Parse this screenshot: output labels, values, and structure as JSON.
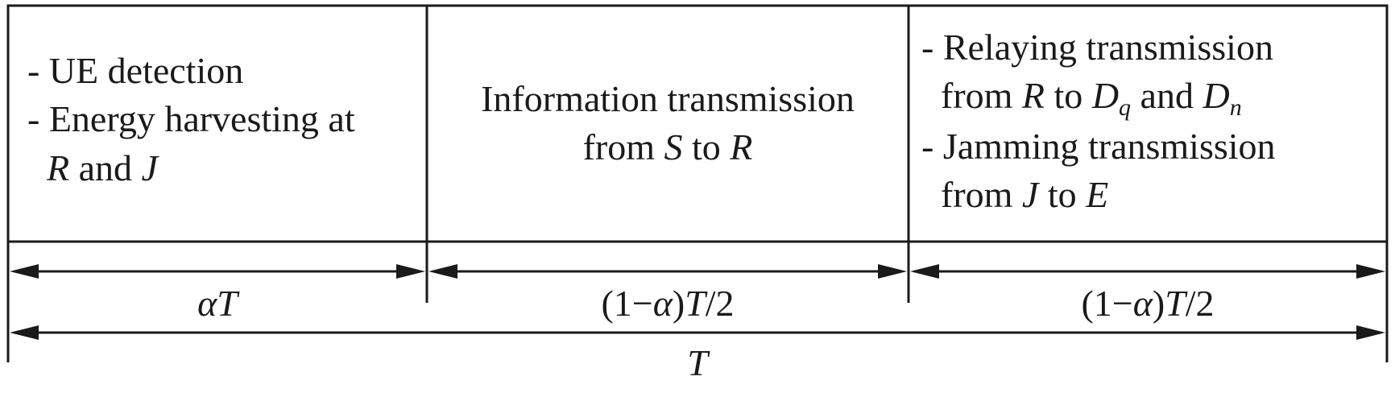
{
  "phases": [
    {
      "id": "phase1",
      "lines": [
        [
          {
            "t": "- UE detection"
          }
        ],
        [
          {
            "t": "- Energy harvesting at"
          }
        ],
        [
          {
            "t": "R",
            "i": true
          },
          {
            "t": " and "
          },
          {
            "t": "J",
            "i": true
          }
        ]
      ],
      "duration": [
        {
          "t": "α",
          "i": true
        },
        {
          "t": "T",
          "i": true
        }
      ]
    },
    {
      "id": "phase2",
      "lines": [
        [
          {
            "t": "Information transmission"
          }
        ],
        [
          {
            "t": "from "
          },
          {
            "t": "S",
            "i": true
          },
          {
            "t": " to "
          },
          {
            "t": "R",
            "i": true
          }
        ]
      ],
      "duration": [
        {
          "t": "(1−"
        },
        {
          "t": "α",
          "i": true
        },
        {
          "t": ")"
        },
        {
          "t": "T",
          "i": true
        },
        {
          "t": "/2"
        }
      ]
    },
    {
      "id": "phase3",
      "lines": [
        [
          {
            "t": "- Relaying transmission"
          }
        ],
        [
          {
            "t": "from "
          },
          {
            "t": "R",
            "i": true
          },
          {
            "t": " to "
          },
          {
            "t": "D",
            "i": true
          },
          {
            "t": "q",
            "sub": true
          },
          {
            "t": " and "
          },
          {
            "t": "D",
            "i": true
          },
          {
            "t": "n",
            "sub": true
          }
        ],
        [
          {
            "t": "- Jamming transmission"
          }
        ],
        [
          {
            "t": "from "
          },
          {
            "t": "J",
            "i": true
          },
          {
            "t": " to "
          },
          {
            "t": "E",
            "i": true
          }
        ]
      ],
      "duration": [
        {
          "t": "(1−"
        },
        {
          "t": "α",
          "i": true
        },
        {
          "t": ")"
        },
        {
          "t": "T",
          "i": true
        },
        {
          "t": "/2"
        }
      ]
    }
  ],
  "total_duration": [
    {
      "t": "T",
      "i": true
    }
  ]
}
